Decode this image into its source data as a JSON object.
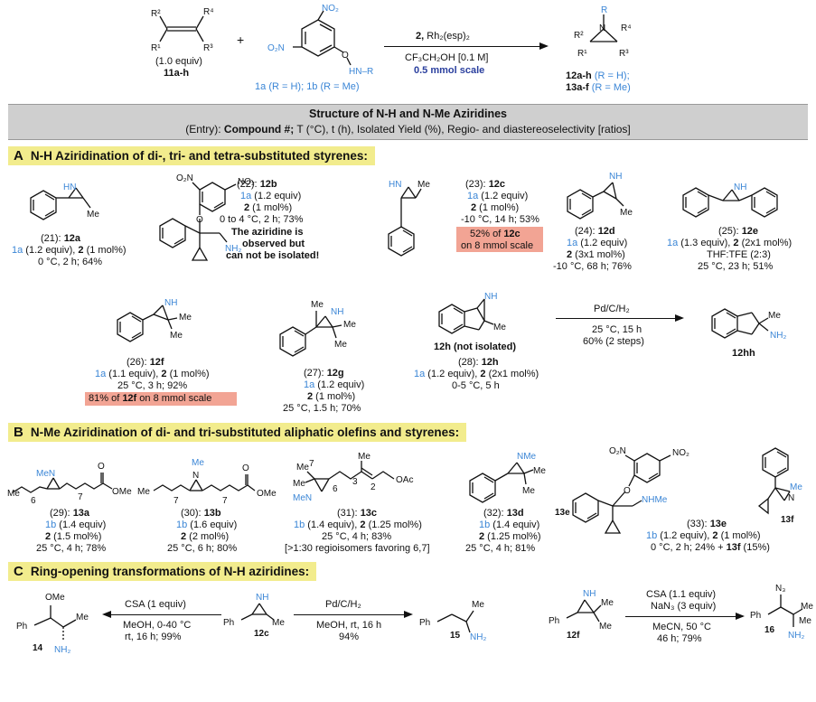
{
  "scheme": {
    "alkene_r2": "R²",
    "alkene_r4": "R⁴",
    "alkene_r1": "R¹",
    "alkene_r3": "R³",
    "alkene_equiv": "(1.0 equiv)",
    "alkene_label": "11a-h",
    "plus": "+",
    "reagent_no2_top": "NO₂",
    "reagent_no2_left": "O₂N",
    "reagent_o": "O",
    "reagent_hn": "HN–R",
    "reagent_1a": "1a",
    "reagent_1a_cond": "(R = H);",
    "reagent_1b": "1b",
    "reagent_1b_cond": "(R = Me)",
    "cond_cat_num": "2,",
    "cond_cat": "Rh₂(esp)₂",
    "cond_solvent": "CF₃CH₂OH [0.1 M]",
    "cond_scale": "0.5 mmol scale",
    "prod_r": "R",
    "prod_n": "N",
    "prod_r2": "R²",
    "prod_r4": "R⁴",
    "prod_r1": "R¹",
    "prod_r3": "R³",
    "prod_12": "12a-h",
    "prod_12_r": "(R = H);",
    "prod_13": "13a-f",
    "prod_13_r": "(R = Me)"
  },
  "header": {
    "title": "Structure of N-H and N-Me Aziridines",
    "sub_pre": "(Entry): ",
    "sub_bold": "Compound #;",
    "sub_post": " T (°C), t (h), Isolated Yield (%), Regio- and diastereoselectivity [ratios]"
  },
  "sectionA": {
    "letter": "A",
    "title": "N-H Aziridination of di-, tri- and tetra-substituted styrenes:",
    "e21": {
      "entry": "(21): ",
      "cpd": "12a",
      "c1a": "1a",
      "c1b": " (1.2 equiv), ",
      "c1c": "2",
      "c1d": " (1 mol%)",
      "l2": "0 °C, 2 h; 64%",
      "hn": "HN",
      "me": "Me"
    },
    "e22": {
      "entry": "(22): ",
      "cpd": "12b",
      "l1a": "1a",
      "l1b": " (1.2 equiv)",
      "l2a": "2",
      "l2b": " (1 mol%)",
      "l3": "0 to 4 °C, 2 h; 73%",
      "n1": "The aziridine is",
      "n2": "observed but",
      "n3": "can not be isolated!",
      "o2n": "O₂N",
      "no2": "NO₂",
      "o": "O",
      "nh2": "NH₂"
    },
    "e23": {
      "entry": "(23): ",
      "cpd": "12c",
      "l1a": "1a",
      "l1b": " (1.2 equiv)",
      "l2a": "2",
      "l2b": " (1 mol%)",
      "l3": "-10 °C, 14 h; 53%",
      "h1a": "52% of ",
      "h1b": "12c",
      "h2": "on 8 mmol scale",
      "hn": "HN",
      "me": "Me"
    },
    "e24": {
      "entry": "(24): ",
      "cpd": "12d",
      "l1a": "1a",
      "l1b": " (1.2 equiv)",
      "l2a": "2",
      "l2b": " (3x1 mol%)",
      "l3": "-10 °C, 68 h; 76%",
      "nh": "NH",
      "me": "Me"
    },
    "e25": {
      "entry": "(25): ",
      "cpd": "12e",
      "l1a": "1a",
      "l1b": " (1.3 equiv), ",
      "l1c": "2",
      "l1d": " (2x1 mol%)",
      "l2": "THF:TFE (2:3)",
      "l3": "25 °C, 23 h; 51%",
      "nh": "NH"
    },
    "e26": {
      "entry": "(26): ",
      "cpd": "12f",
      "l1a": "1a",
      "l1b": " (1.1 equiv), ",
      "l1c": "2",
      "l1d": " (1 mol%)",
      "l2": "25 °C, 3 h; 92%",
      "h1a": "81% of ",
      "h1b": "12f",
      "h1c": " on 8 mmol scale",
      "nh": "NH",
      "me": "Me"
    },
    "e27": {
      "entry": "(27): ",
      "cpd": "12g",
      "l1a": "1a",
      "l1b": " (1.2 equiv)",
      "l2a": "2",
      "l2b": " (1 mol%)",
      "l3": "25 °C, 1.5 h; 70%",
      "nh": "NH",
      "me": "Me"
    },
    "e28": {
      "label": "12h (not isolated)",
      "entry": "(28): ",
      "cpd": "12h",
      "l1a": "1a",
      "l1b": " (1.2 equiv), ",
      "l1c": "2",
      "l1d": " (2x1 mol%)",
      "l2": "0-5 °C, 5 h",
      "nh": "NH",
      "me": "Me"
    },
    "conv": {
      "l1": "Pd/C/H₂",
      "l2": "25 °C, 15 h",
      "l3": "60% (2 steps)",
      "prod": "12hh",
      "me": "Me",
      "nh2": "NH₂"
    }
  },
  "sectionB": {
    "letter": "B",
    "title": "N-Me Aziridination of di- and tri-substituted aliphatic olefins and styrenes:",
    "e29": {
      "entry": "(29): ",
      "cpd": "13a",
      "l1a": "1b",
      "l1b": " (1.4 equiv)",
      "l2a": "2",
      "l2b": " (1.5 mol%)",
      "l3": "25 °C, 4 h; 78%",
      "men": "MeN",
      "o": "O",
      "ome": "OMe",
      "me": "Me",
      "n6": "6",
      "n7": "7"
    },
    "e30": {
      "entry": "(30): ",
      "cpd": "13b",
      "l1a": "1b",
      "l1b": " (1.6 equiv)",
      "l2a": "2",
      "l2b": " (2 mol%)",
      "l3": "25 °C, 6 h; 80%",
      "me": "Me",
      "n": "N",
      "o": "O",
      "ome": "OMe",
      "n7a": "7",
      "n7b": "7"
    },
    "e31": {
      "entry": "(31): ",
      "cpd": "13c",
      "l1a": "1b",
      "l1b": " (1.4 equiv), ",
      "l1c": "2",
      "l1d": " (1.25 mol%)",
      "l2": "25 °C, 4 h; 83%",
      "l3": "[>1:30 regioisomers favoring 6,7]",
      "me": "Me",
      "men": "MeN",
      "oac": "OAc",
      "n7": "7",
      "n6": "6",
      "n3": "3",
      "n2": "2"
    },
    "e32": {
      "entry": "(32): ",
      "cpd": "13d",
      "l1a": "1b",
      "l1b": " (1.4 equiv)",
      "l2a": "2",
      "l2b": " (1.25 mol%)",
      "l3": "25 °C, 4 h; 81%",
      "nme": "NMe",
      "me": "Me"
    },
    "e33": {
      "entry": "(33): ",
      "cpd": "13e",
      "l1a": "1b",
      "l1b": " (1.2 equiv), ",
      "l1c": "2",
      "l1d": " (1 mol%)",
      "l2a": "0 °C, 2 h; 24% + ",
      "l2b": "13f",
      "l2c": " (15%)",
      "o2n": "O₂N",
      "no2": "NO₂",
      "o": "O",
      "nhme": "NHMe",
      "lab13e": "13e",
      "lab13f": "13f",
      "n": "N",
      "me": "Me"
    }
  },
  "sectionC": {
    "letter": "C",
    "title": "Ring-opening transformations of N-H aziridines:",
    "p14": {
      "ome": "OMe",
      "ph": "Ph",
      "me": "Me",
      "lab": "14",
      "nh2": "NH₂"
    },
    "r1": {
      "l1": "CSA (1 equiv)",
      "l2": "MeOH, 0-40 °C",
      "l3": "rt, 16 h; 99%"
    },
    "s12c": {
      "ph": "Ph",
      "nh": "NH",
      "me": "Me",
      "lab": "12c"
    },
    "r2": {
      "l1": "Pd/C/H₂",
      "l2": "MeOH, rt, 16 h",
      "l3": "94%"
    },
    "p15": {
      "ph": "Ph",
      "me": "Me",
      "lab": "15",
      "nh2": "NH₂"
    },
    "s12f": {
      "ph": "Ph",
      "nh": "NH",
      "me": "Me",
      "lab": "12f"
    },
    "r3": {
      "l1": "CSA (1.1 equiv)",
      "l2": "NaN₃ (3 equiv)",
      "l3": "MeCN, 50 °C",
      "l4": "46 h; 79%"
    },
    "p16": {
      "n3": "N₃",
      "ph": "Ph",
      "me": "Me",
      "lab": "16",
      "nh2": "NH₂"
    }
  }
}
